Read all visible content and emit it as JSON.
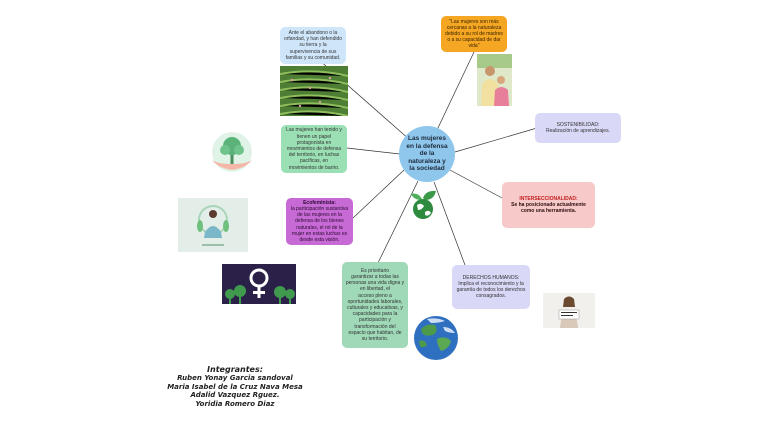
{
  "center_topic": "Las mujeres\nen la defensa\nde la\nnaturaleza y\nla sociedad",
  "nodes": {
    "abandono": "Ante el abandono o la\norfandad, y han defendido\nsu tierra y la\nsupervivencia de sus\nfamilias y su comunidad.",
    "quote": "\"Las mujeres son más\ncercanas a la naturaleza\ndebido a su rol de madres\no a su capacidad de dar\nvida\"",
    "sostenibilidad": "SOSTENIBILIDAD:\nRealización de aprendizajes.",
    "papel": "Las mujeres han tenido y\ntienen un papel\nprotagonista en\nmovimientos de defensa\ndel territorio, en luchas\npacíficas, en\nmovimientos de barrio.",
    "ecofeminista_title": "Ecofeminista:",
    "ecofeminista_body": "la participación sustantiva\nde las mujeres en la\ndefensa de los bienes\nnaturales, el rol de la\nmujer en estas luchas es\ndesde esta visión.",
    "interseccionalidad_title": "INTERSECCIONALIDAD:",
    "interseccionalidad_body": "Se ha posicionado actualmente\ncomo una herramienta.",
    "prioritario": "Es prioritario\ngarantizar a todas las\npersonas una vida digna y\nen libertad, el\nacceso pleno a\noportunidades laborales,\nculturales y educativas, y\ncapacidades para la\nparticipación y\ntransformación del\nespacio que habitan, de\nsu territorio.",
    "derechos": "DERECHOS HUMANOS:\nImplica el reconocimiento y la\ngarantía de todos los derechos\nconsagrados."
  },
  "credits": {
    "title": "Integrantes:",
    "members": [
      "Ruben Yonay Garcia sandoval",
      "Maria Isabel de la Cruz Nava Mesa",
      "Adalid Vazquez Rguez.",
      "Yoridia Romero Diaz"
    ]
  },
  "colors": {
    "center": "#8fc6ec",
    "light_blue": "#cfe6fa",
    "orange": "#f5a623",
    "lavender": "#d9d8f7",
    "green": "#9be0b4",
    "purple": "#c86ad6",
    "pink": "#f8c9c9",
    "teal": "#9fd9b8"
  },
  "icons": {
    "tea_field": "tea-field-photo",
    "mother_child": "mother-child-photo",
    "hands_tree": "hands-tree-icon",
    "woman_nature": "woman-nature-illustration",
    "female_symbol": "female-symbol-banner",
    "earth_leaf": "earth-leaf-icon",
    "earth": "earth-globe-image",
    "protester": "protester-photo"
  }
}
